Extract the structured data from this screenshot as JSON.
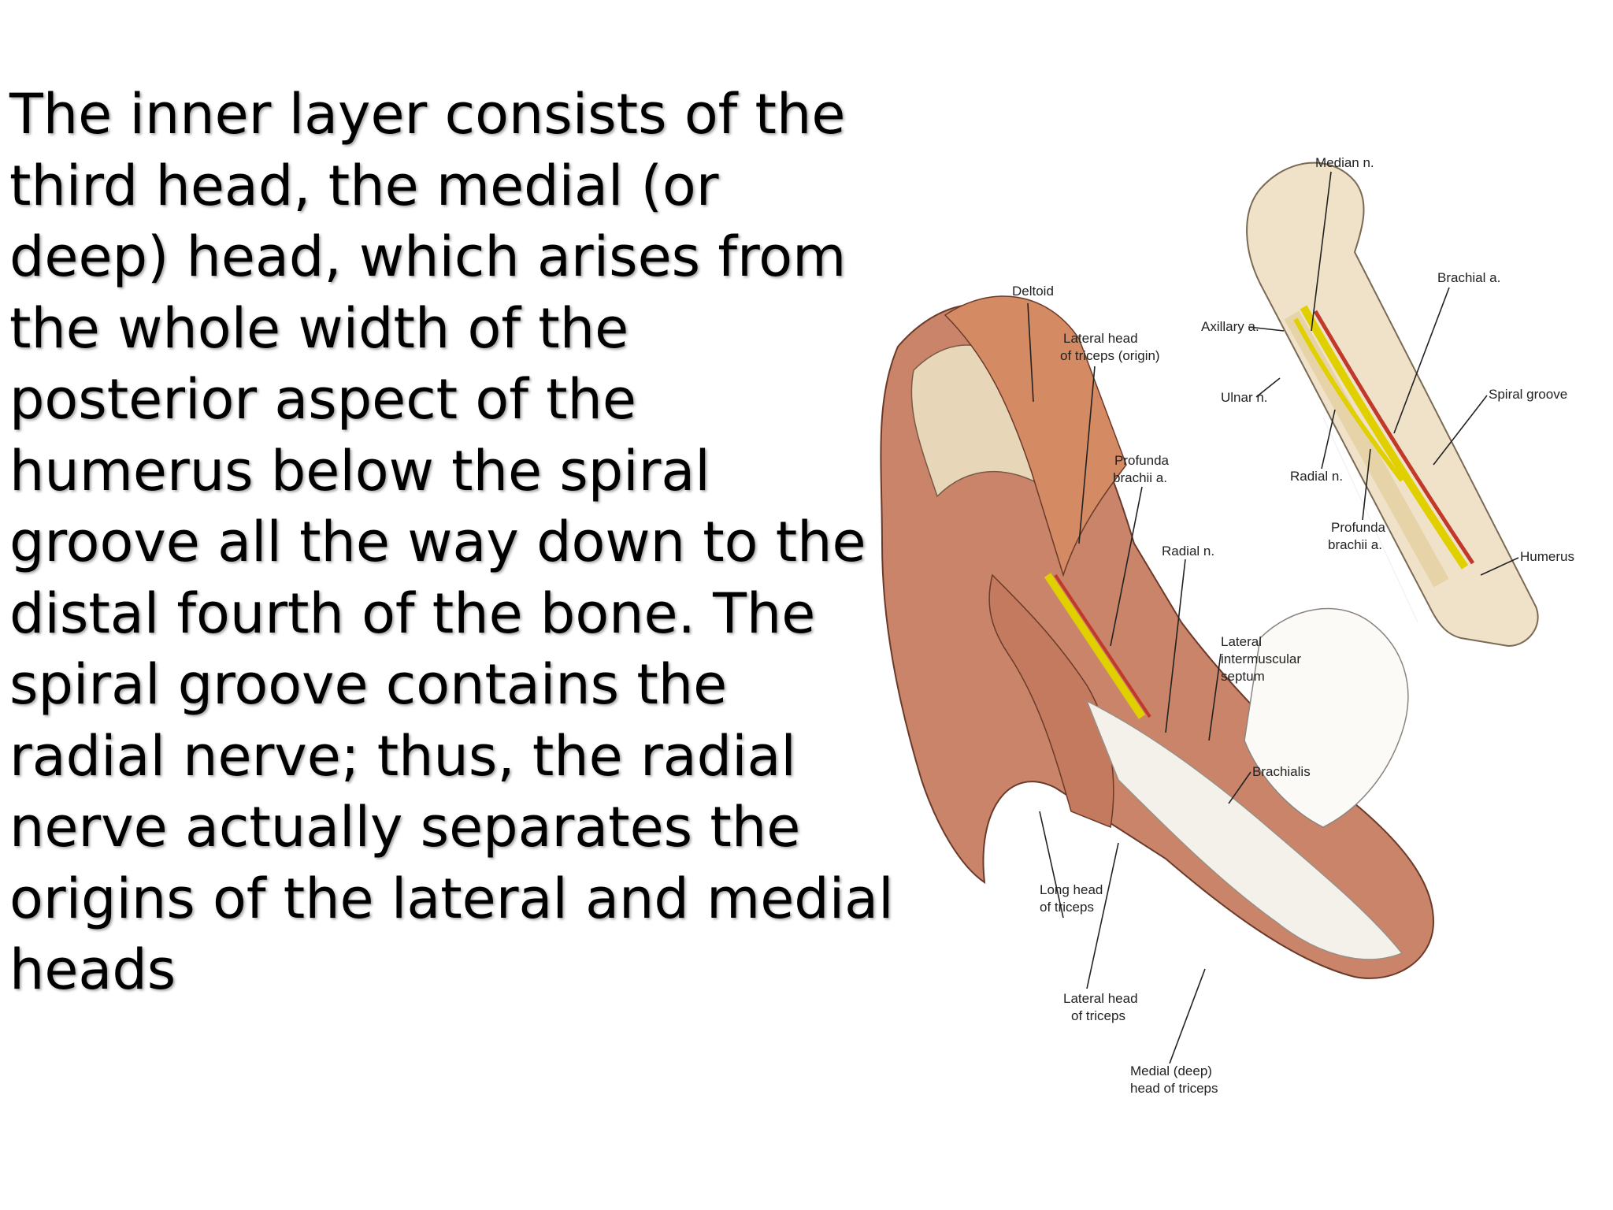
{
  "body_lines": [
    "The inner layer consists of the",
    "third head, the medial (or",
    "deep) head, which arises from",
    "the whole width of the",
    "posterior aspect of the",
    "humerus below the spiral",
    "groove all the way down to the",
    "distal fourth of the bone. The",
    "spiral groove contains the",
    "radial nerve; thus, the radial",
    "nerve actually separates the",
    "origins of the lateral and medial",
    "heads"
  ],
  "figure": {
    "labels": {
      "median_n": "Median n.",
      "brachial_a": "Brachial a.",
      "axillary_a": "Axillary a.",
      "ulnar_n": "Ulnar n.",
      "spiral_groove": "Spiral groove",
      "radial_n_inset": "Radial n.",
      "profunda_inset_1": "Profunda",
      "profunda_inset_2": "brachii a.",
      "humerus": "Humerus",
      "deltoid": "Deltoid",
      "lateral_head_origin_1": "Lateral head",
      "lateral_head_origin_2": "of triceps (origin)",
      "profunda_1": "Profunda",
      "profunda_2": "brachii a.",
      "radial_n": "Radial n.",
      "lateral_septum_1": "Lateral",
      "lateral_septum_2": "intermuscular",
      "lateral_septum_3": "septum",
      "brachialis": "Brachialis",
      "long_head_1": "Long head",
      "long_head_2": "of triceps",
      "lateral_head_1": "Lateral head",
      "lateral_head_2": "of triceps",
      "medial_head_1": "Medial (deep)",
      "medial_head_2": "head of triceps"
    }
  }
}
